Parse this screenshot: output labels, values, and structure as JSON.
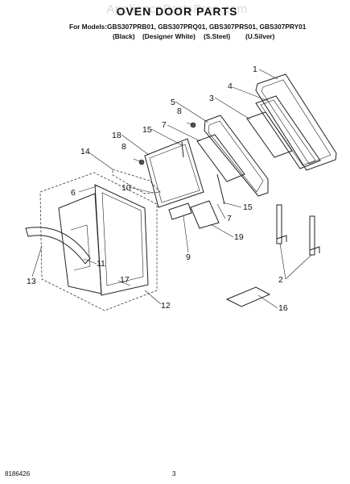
{
  "watermark": "AppliancePartsPros.com",
  "title": "OVEN DOOR PARTS",
  "models_line": "For Models:GBS307PRB01, GBS307PRQ01, GBS307PRS01, GBS307PRY01",
  "finishes": [
    "(Black)",
    "(Designer White)",
    "(S.Steel)",
    "(U.Silver)"
  ],
  "callouts": [
    "1",
    "4",
    "3",
    "5",
    "8",
    "7",
    "18",
    "15",
    "8",
    "14",
    "10",
    "6",
    "7",
    "15",
    "19",
    "9",
    "11",
    "2",
    "13",
    "17",
    "12",
    "16"
  ],
  "footer": {
    "left": "8186426",
    "page": "3"
  }
}
